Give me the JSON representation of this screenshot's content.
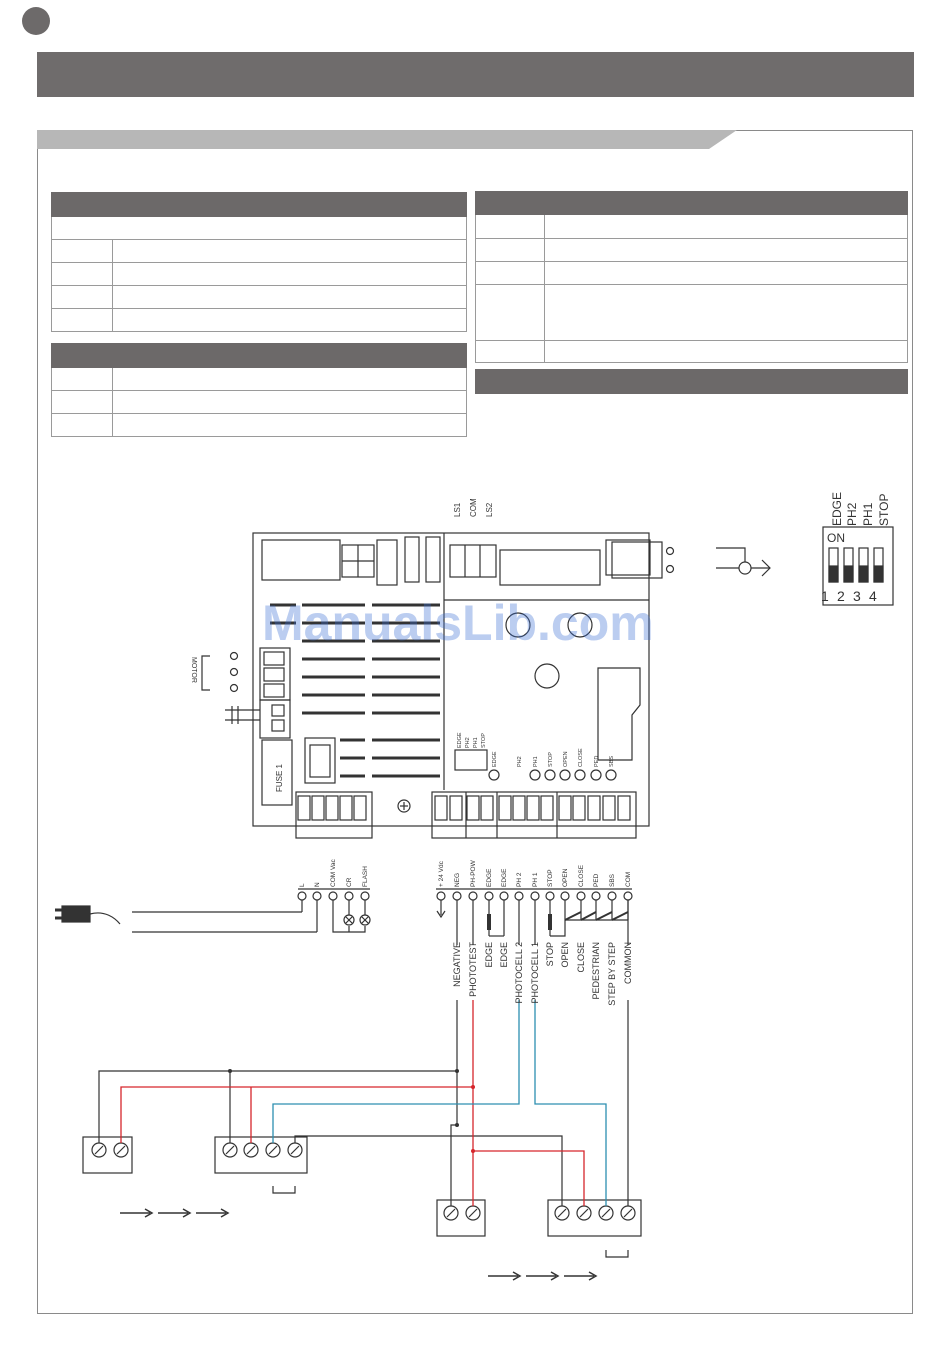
{
  "header": {
    "banner_title": "",
    "section_title": ""
  },
  "colors": {
    "banner": "#6f6c6c",
    "table_header": "#6c6969",
    "wire_red": "#d6262c",
    "wire_blue": "#2d8fb0",
    "wire_black": "#333333",
    "watermark": "#3b6fd4"
  },
  "watermark": "ManualsLib.com",
  "board": {
    "limit_switch_labels": [
      "LS1",
      "COM",
      "LS2"
    ],
    "motor_label": "MOTOR",
    "fuse_label": "FUSE 1",
    "dip_labels": [
      "EDGE",
      "PH2",
      "PH1",
      "STOP"
    ],
    "led_labels": [
      "EDGE",
      "PH2",
      "PH1",
      "STOP",
      "OPEN",
      "CLOSE",
      "PED",
      "SBS"
    ]
  },
  "dip_switch": {
    "labels": [
      "EDGE",
      "PH2",
      "PH1",
      "STOP"
    ],
    "on_label": "ON",
    "numbers": [
      "1",
      "2",
      "3",
      "4"
    ]
  },
  "power_terminals": [
    "L",
    "N",
    "COM Vac",
    "CR",
    "FLASH"
  ],
  "signal_terminals": [
    "+ 24 Vdc",
    "NEG",
    "PH-POW",
    "EDGE",
    "EDGE",
    "PH 2",
    "PH 1",
    "STOP",
    "OPEN",
    "CLOSE",
    "PED",
    "SBS",
    "COM"
  ],
  "signal_functions": [
    "NEGATIVE",
    "PHOTOTEST",
    "EDGE",
    "EDGE",
    "PHOTOCELL 2",
    "PHOTOCELL 1",
    "STOP",
    "OPEN",
    "CLOSE",
    "PEDESTRIAN",
    "STEP BY STEP",
    "COMMON"
  ]
}
